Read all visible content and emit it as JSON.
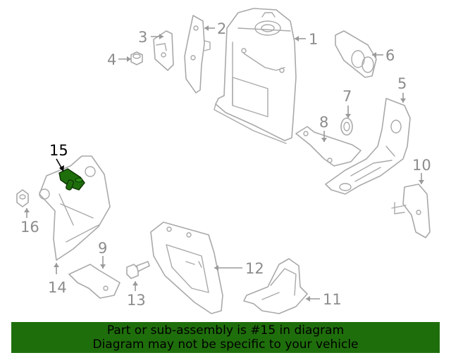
{
  "callouts": {
    "c1": "1",
    "c2": "2",
    "c3": "3",
    "c4": "4",
    "c5": "5",
    "c6": "6",
    "c7": "7",
    "c8": "8",
    "c9": "9",
    "c10": "10",
    "c11": "11",
    "c12": "12",
    "c13": "13",
    "c14": "14",
    "c15": "15",
    "c16": "16"
  },
  "highlighted_part": "15",
  "colors": {
    "highlight": "#1f6e0c",
    "banner": "#1f6e0c",
    "part_line": "#a9a9a9"
  },
  "banner": {
    "line1": "Part or sub-assembly is #15 in diagram",
    "line2": "Diagram may not be specific to your vehicle"
  }
}
